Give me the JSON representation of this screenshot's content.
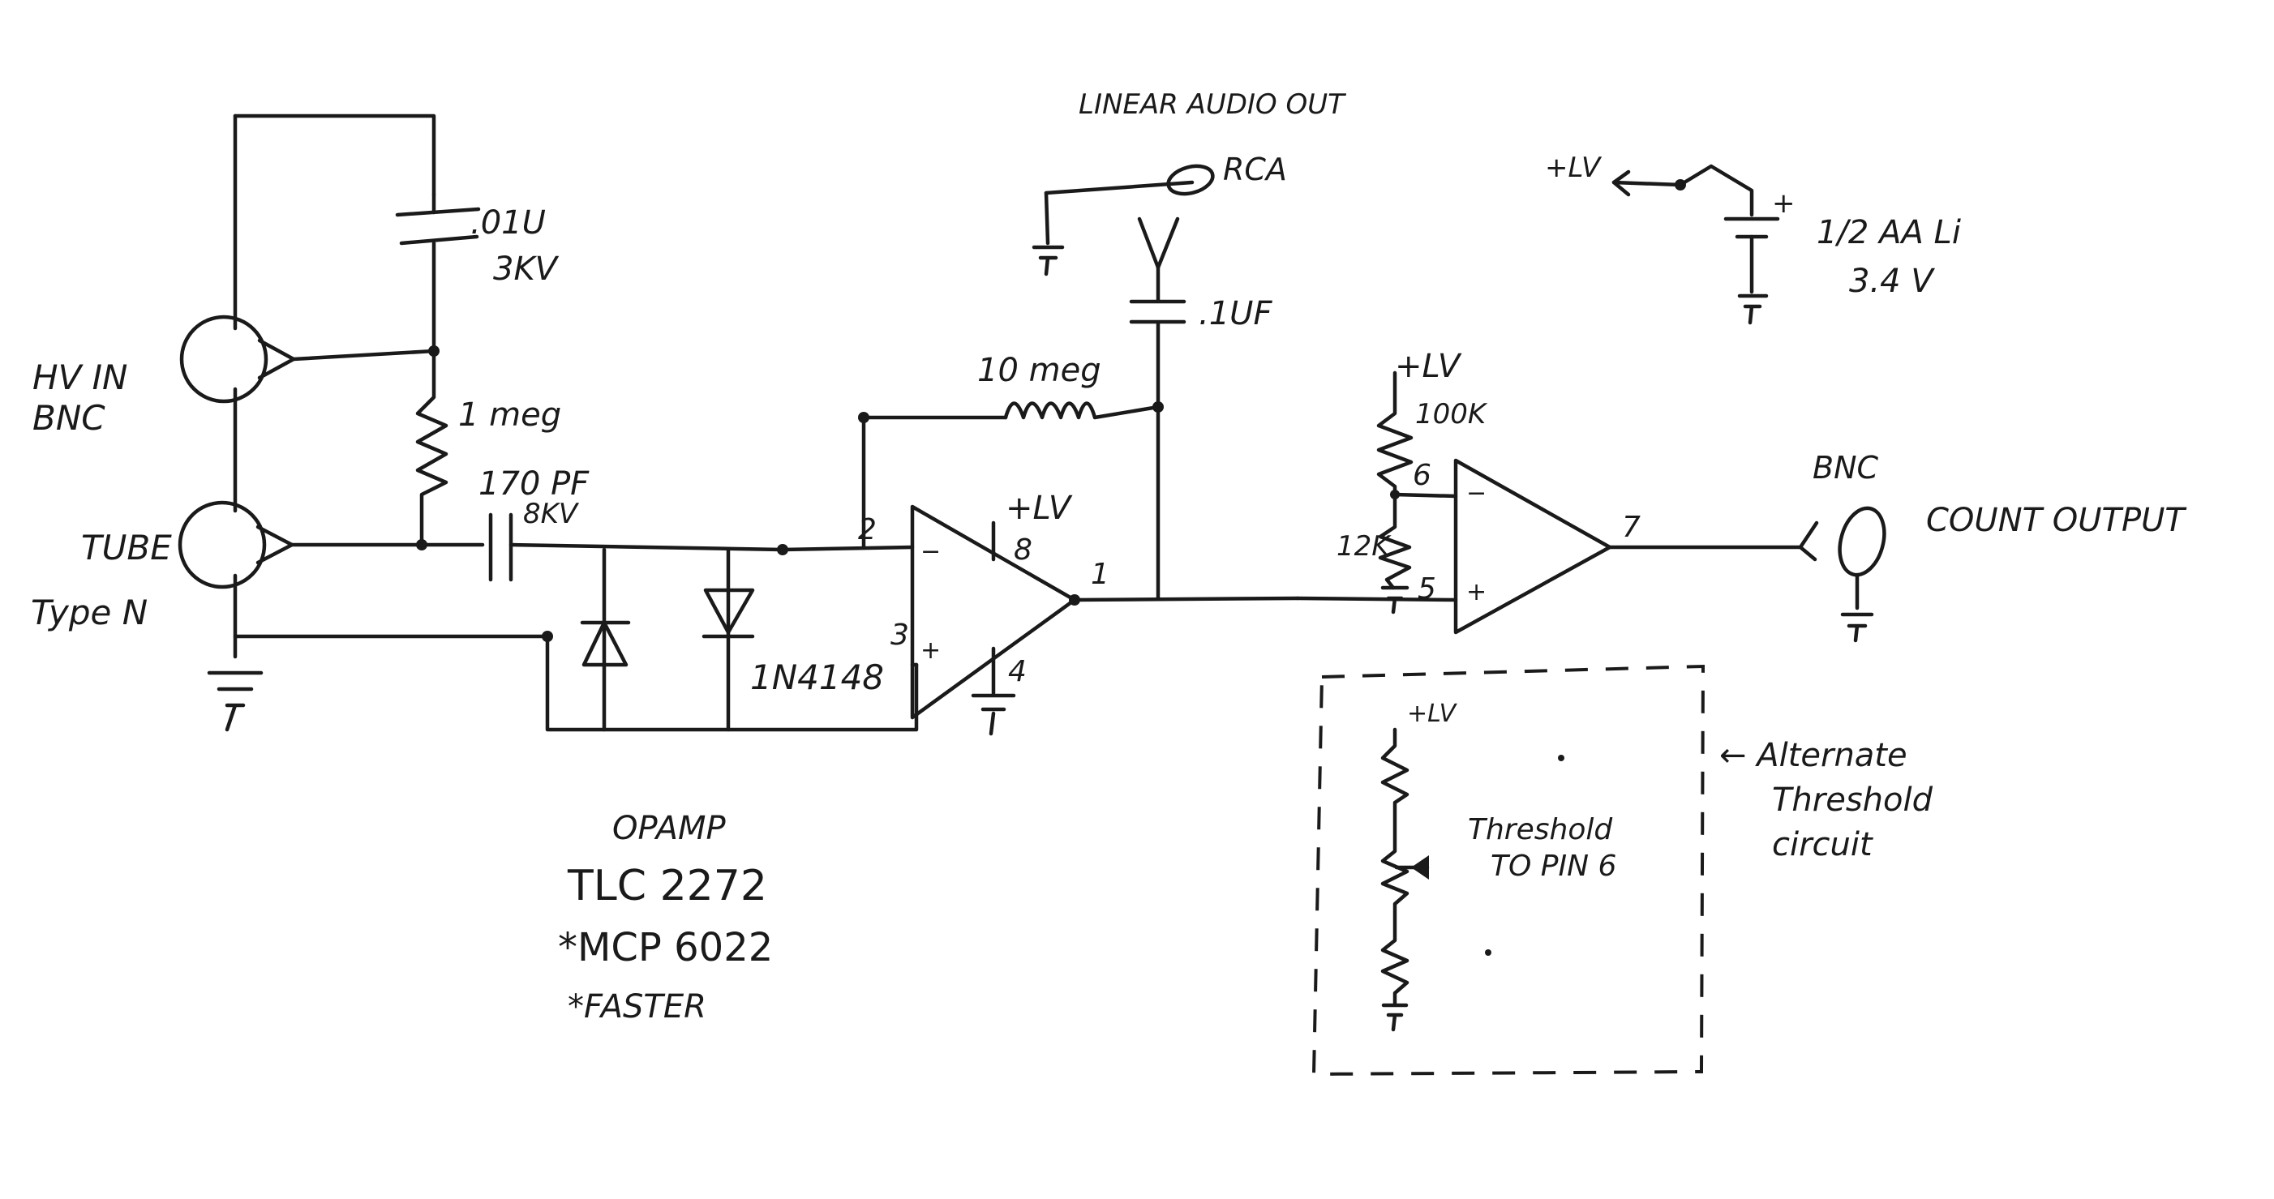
{
  "labels": {
    "hv_in": "HV IN",
    "hv_bnc": "BNC",
    "tube": "TUBE",
    "tube_type": "Type N",
    "cap_hv_value": ".01U",
    "cap_hv_rating": "3KV",
    "res_1meg": "1 meg",
    "cap_170_value": "170 PF",
    "cap_170_rating": "8KV",
    "diode": "1N4148",
    "res_10meg": "10 meg",
    "linear_audio_out": "LINEAR AUDIO OUT",
    "rca": "RCA",
    "cap_audio": ".1UF",
    "pin_2": "2",
    "pin_3": "3",
    "pin_8": "8",
    "pin_4": "4",
    "pin_1": "1",
    "supply_lv_a": "+LV",
    "supply_lv_b": "+LV",
    "supply_lv_c": "+LV",
    "supply_lv_d": "+LV",
    "res_100k": "100K",
    "res_12k": "12K",
    "pin_6": "6",
    "pin_5": "5",
    "pin_7": "7",
    "out_bnc": "BNC",
    "count_output": "COUNT OUTPUT",
    "battery_line1": "1/2 AA Li",
    "battery_line2": "3.4 V",
    "battery_plus": "+",
    "threshold_line1": "Threshold",
    "threshold_line2": "TO PIN 6",
    "alternate_line1": "← Alternate",
    "alternate_line2": "Threshold",
    "alternate_line3": "circuit",
    "opamp_title": "OPAMP",
    "opamp_part1": "TLC 2272",
    "opamp_part2": "*MCP 6022",
    "opamp_note": "*FASTER"
  }
}
